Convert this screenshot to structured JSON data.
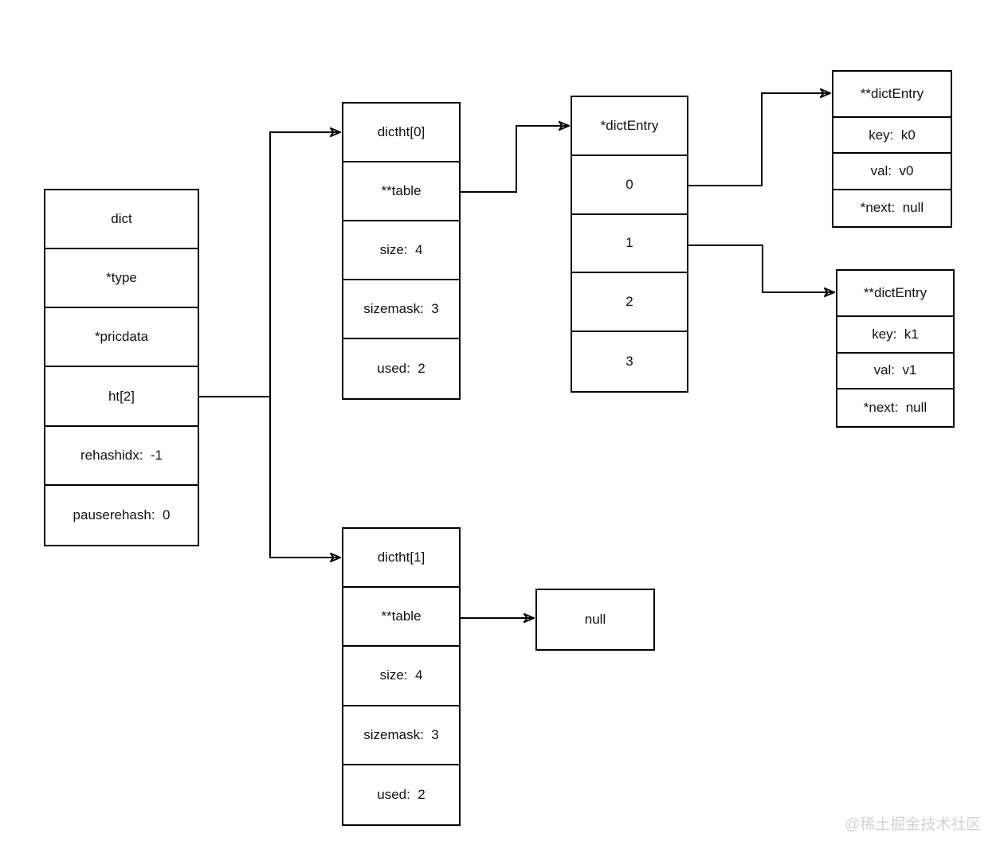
{
  "title": "redis-dict-structure-diagram",
  "watermark": "@稀土掘金技术社区",
  "colors": {
    "line": "#000000",
    "background": "#ffffff",
    "text": "#111111",
    "watermark": "#d4d4d4"
  },
  "dict": {
    "rows": [
      "dict",
      "*type",
      "*pricdata",
      "ht[2]",
      "rehashidx:  -1",
      "pauserehash:  0"
    ]
  },
  "dictht0": {
    "rows": [
      "dictht[0]",
      "**table",
      "size:  4",
      "sizemask:  3",
      "used:  2"
    ]
  },
  "dictht1": {
    "rows": [
      "dictht[1]",
      "**table",
      "size:  4",
      "sizemask:  3",
      "used:  2"
    ]
  },
  "bucket_array": {
    "rows": [
      "*dictEntry",
      "0",
      "1",
      "2",
      "3"
    ]
  },
  "entry0": {
    "rows": [
      "**dictEntry",
      "key:  k0",
      "val:  v0",
      "*next:  null"
    ]
  },
  "entry1": {
    "rows": [
      "**dictEntry",
      "key:  k1",
      "val:  v1",
      "*next:  null"
    ]
  },
  "null_box": {
    "label": "null"
  },
  "connections": {
    "ht2_to_dictht0": "dict.ht[2] -> dictht[0]",
    "ht2_to_dictht1": "dict.ht[2] -> dictht[1]",
    "table0_to_bucket": "dictht[0].**table -> *dictEntry",
    "bucket0_to_entry0": "*dictEntry[0] -> **dictEntry(k0)",
    "bucket1_to_entry1": "*dictEntry[1] -> **dictEntry(k1)",
    "table1_to_null": "dictht[1].**table -> null"
  }
}
